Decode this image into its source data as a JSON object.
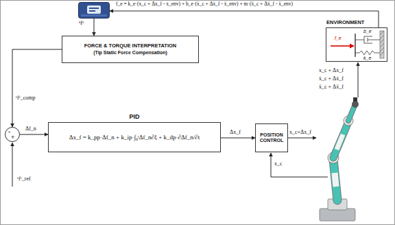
{
  "diagram": {
    "nodes": [
      {
        "text": [
          "FORCE & TORQUE INTERPRETATION",
          "(Tip Static Force Compensation)"
        ]
      },
      {
        "text": [
          "-",
          "+"
        ]
      },
      {
        "text": [
          "PID",
          "Δx_f = k_pp·Δf_n + k_ip·∫₀ᵗΔf_n∂ξ + k_dp·∂Δf_n/∂t"
        ]
      },
      {
        "text": [
          "POSITION CONTROL"
        ]
      },
      {
        "text": [
          "ENVIRONMENT",
          "f_e",
          "b_e",
          "k_e"
        ]
      },
      {
        "text": [
          "ˢfˢ"
        ]
      }
    ],
    "edges": [
      {
        "from": 5,
        "to": 0,
        "arrow": "to"
      },
      {
        "from": 0,
        "to": 1,
        "label": "ᶜfᶜ_comp",
        "arrow": "to"
      },
      {
        "from": 1,
        "to": 2,
        "label": "Δf_n",
        "arrow": "to"
      },
      {
        "from": 2,
        "to": 3,
        "label": "Δx_f",
        "arrow": "to"
      },
      {
        "from": 4,
        "to": 5,
        "label": "f_e = k_e·(x_c + Δx_f - x_env) + b_e·(ẋ_c + Δẋ_f - ẋ_env) + m·(ẍ_c + Δẍ_f - ẍ_env)",
        "arrow": "to"
      }
    ],
    "labels": [
      "ᶜfᶜ_ref",
      "x_c+Δx_f",
      "x_c",
      "x_c + Δx_f",
      "ẋ_c + Δẋ_f",
      "ẍ_c + Δẍ_f"
    ]
  }
}
